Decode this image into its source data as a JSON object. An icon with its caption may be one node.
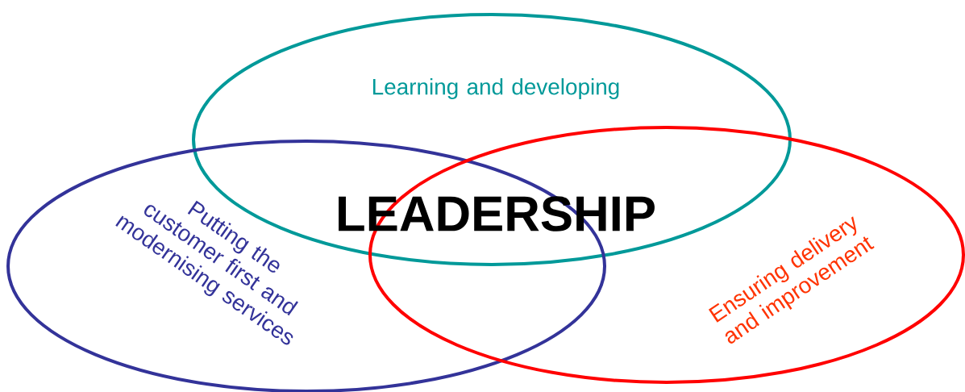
{
  "diagram": {
    "nodes": [
      {
        "text": [
          "Learning and developing"
        ]
      },
      {
        "text": [
          "Putting the customer first and modernising services"
        ]
      },
      {
        "text": [
          "Ensuring delivery and improvement"
        ]
      }
    ],
    "labels": [
      "LEADERSHIP"
    ]
  }
}
